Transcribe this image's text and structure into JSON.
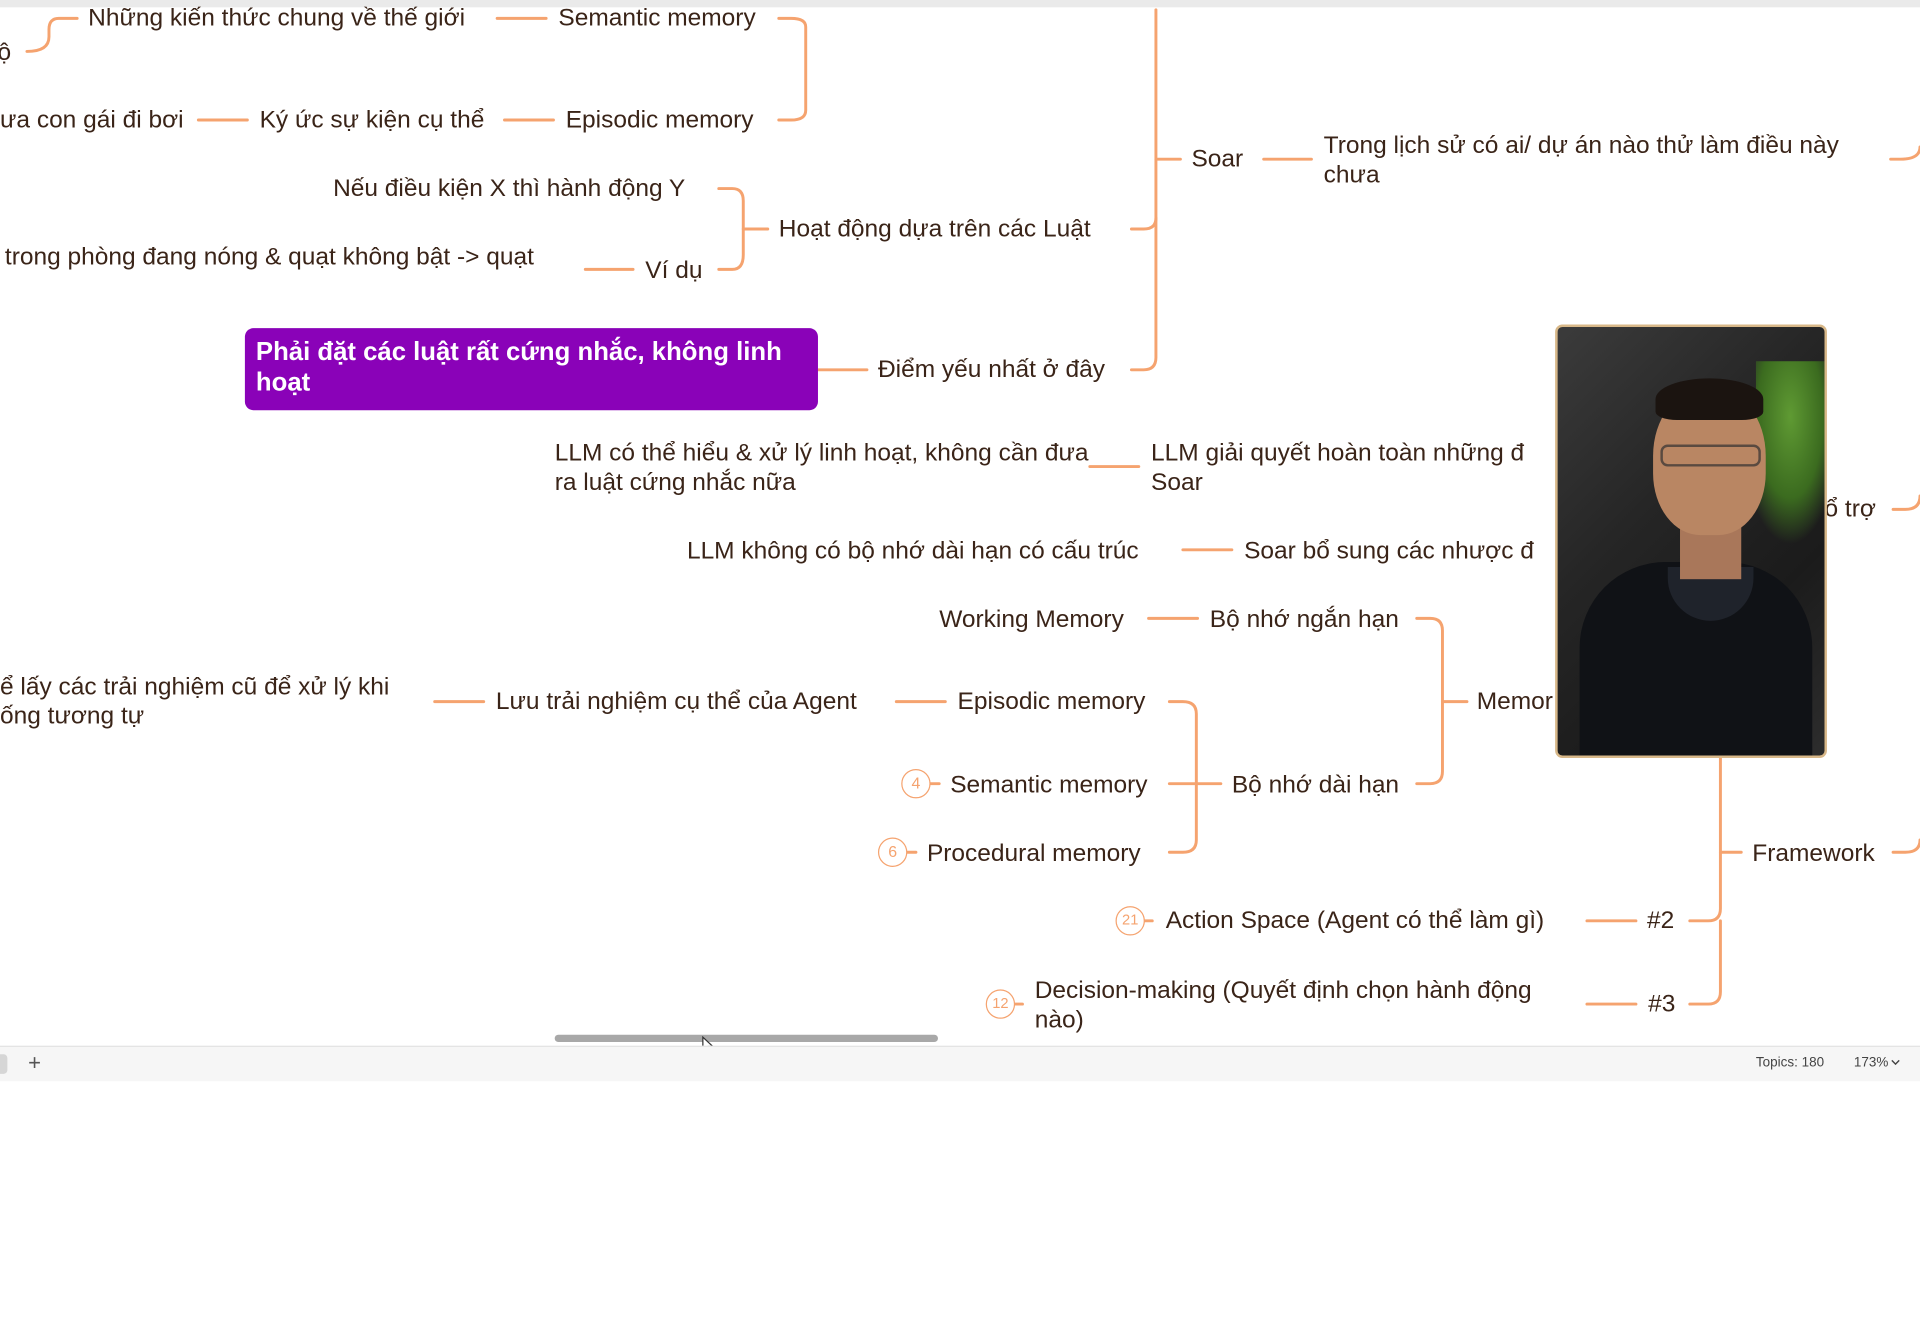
{
  "nodes": {
    "n1": "ộ",
    "n2": "Những kiến thức chung về thế giới",
    "n3": "Semantic memory",
    "n4": "ưa con gái đi bơi",
    "n5": "Ký ức sự kiện cụ thể",
    "n6": "Episodic memory",
    "n7": "Nếu điều kiện X thì hành động Y",
    "n8": "trong phòng đang nóng & quạt không bật -> quạt",
    "n9": "Ví dụ",
    "n10": "Hoạt động dựa trên các Luật",
    "n11": "Soar",
    "n12": "Trong lịch sử có ai/ dự án nào thử làm điều này chưa",
    "n13": "Phải đặt các luật rất cứng nhắc, không linh hoạt",
    "n14": "Điểm yếu nhất ở đây",
    "n15": "LLM có thể hiểu & xử lý linh hoạt, không cần đưa ra luật cứng nhắc nữa",
    "n16": "LLM giải quyết hoàn toàn những đ Soar",
    "n17": "ổ trợ",
    "n18": "LLM không có bộ nhớ dài hạn có cấu trúc",
    "n19": "Soar bổ sung các nhược đ",
    "n20": "Working Memory",
    "n21": "Bộ nhớ ngắn hạn",
    "n22": "ể lấy các trải nghiệm cũ để xử lý khi ống tương tự",
    "n23": "Lưu trải nghiệm cụ thể của Agent",
    "n24": "Episodic memory",
    "n25": "Memor",
    "n26": "Semantic memory",
    "n27": "Bộ nhớ dài hạn",
    "n28": "Procedural memory",
    "n29": "Framework",
    "n30": "Action Space (Agent có thể làm gì)",
    "n31": "#2",
    "n32": "Decision-making (Quyết định chọn hành động nào)",
    "n33": "#3"
  },
  "badges": {
    "b4": "4",
    "b6": "6",
    "b21": "21",
    "b12": "12"
  },
  "status": {
    "plus": "+",
    "topics": "Topics: 180",
    "zoom": "173%"
  },
  "icons": {
    "cursor": "mouse-pointer-icon",
    "add": "add-sheet-icon",
    "zoom_caret": "chevron-down-icon"
  },
  "colors": {
    "link": "#f5a36f",
    "selected": "#8a02b8",
    "text": "#3a2418"
  }
}
